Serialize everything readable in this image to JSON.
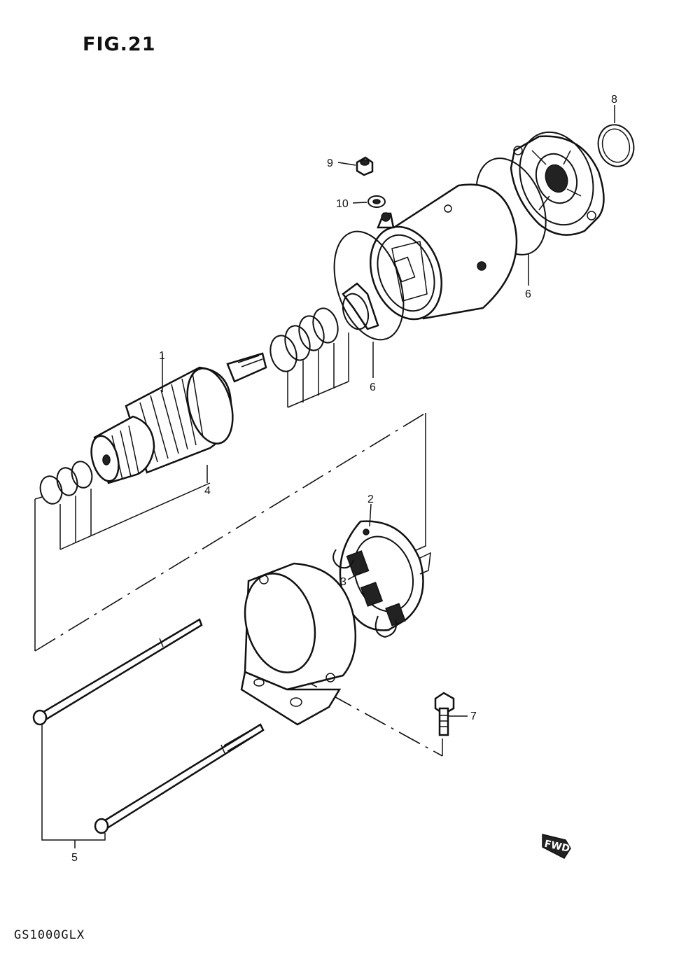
{
  "figure": {
    "title": "FIG.21",
    "model": "GS1000GLX",
    "direction_badge": "FWD"
  },
  "callouts": [
    {
      "id": "1",
      "part": "armature"
    },
    {
      "id": "2",
      "part": "brush-holder"
    },
    {
      "id": "3",
      "part": "brush"
    },
    {
      "id": "4",
      "part": "washer-set"
    },
    {
      "id": "5",
      "part": "through-bolt"
    },
    {
      "id": "6",
      "part": "o-ring"
    },
    {
      "id": "7",
      "part": "bolt"
    },
    {
      "id": "8",
      "part": "o-ring"
    },
    {
      "id": "9",
      "part": "nut"
    },
    {
      "id": "10",
      "part": "washer"
    }
  ]
}
